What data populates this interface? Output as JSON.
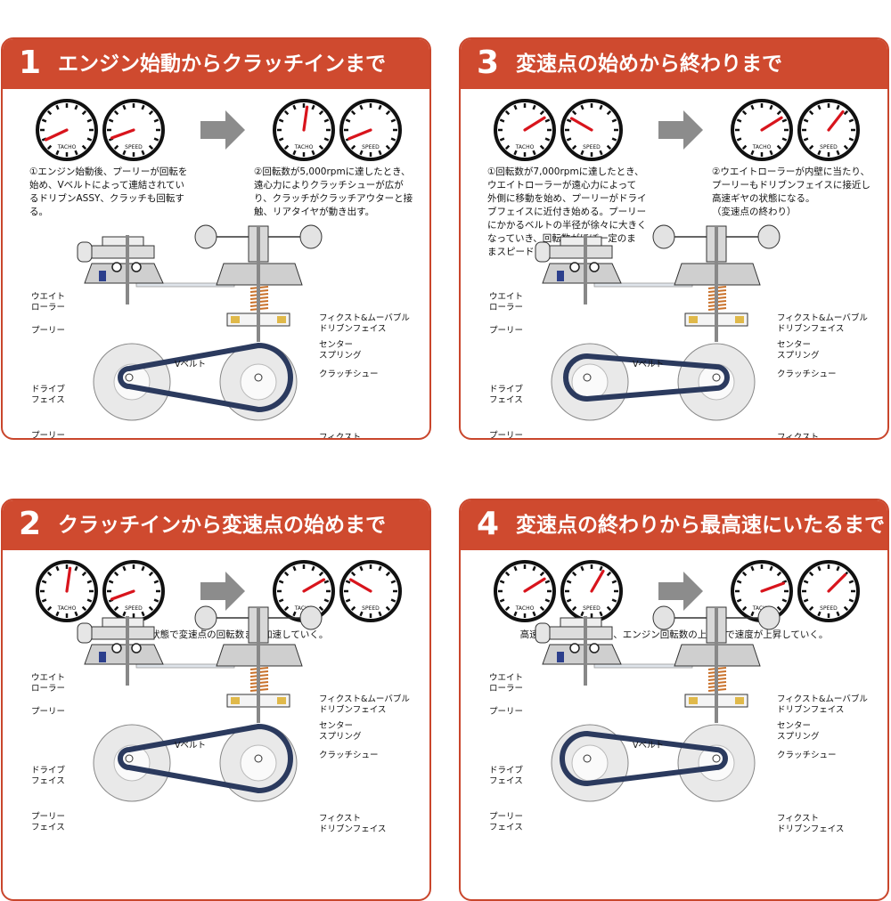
{
  "gauge_labels": {
    "tacho": "TACHO",
    "speed": "SPEED"
  },
  "labels": {
    "weight_roller": "ウエイト\nローラー",
    "pulley": "プーリー",
    "drive_face": "ドライブ\nフェイス",
    "pulley_face": "プーリー\nフェイス",
    "v_belt": "Vベルト",
    "fixed_movable": "フィクスト&ムーバブル\nドリブンフェイス",
    "center_spring": "センター\nスプリング",
    "clutch_shoe": "クラッチシュー",
    "fixed_driven_face": "フィクスト\nドリブンフェイス"
  },
  "colors": {
    "accent": "#cf4a2f",
    "needle": "#d8141c",
    "belt": "#2b3a5e",
    "arrow": "#8c8c8c"
  },
  "panels": [
    {
      "number": "1",
      "title": "エンジン始動からクラッチインまで",
      "needles": {
        "before": [
          245,
          250
        ],
        "after": [
          8,
          248
        ]
      },
      "desc_left": "①エンジン始動後、プーリーが回転を\n始め、Vベルトによって連結されてい\nるドリブンASSY、クラッチも回転す\nる。",
      "desc_right": "②回転数が5,000rpmに達したとき、\n遠心力によりクラッチシューが広が\nり、クラッチがクラッチアウターと接\n触、リアタイヤが動き出す。",
      "desc_center": ""
    },
    {
      "number": "3",
      "title": "変速点の始めから終わりまで",
      "needles": {
        "before": [
          58,
          300
        ],
        "after": [
          58,
          38
        ]
      },
      "desc_left": "①回転数が7,000rpmに達したとき、\nウエイトローラーが遠心力によって\n外側に移動を始め、プーリーがドライ\nブフェイスに近付き始める。プーリー\nにかかるベルトの半径が徐々に大きく\nなっていき、回転数がほぼ一定のま\nまスピードも上がっていく。",
      "desc_right": "②ウエイトローラーが内壁に当たり、\nプーリーもドリブンフェイスに接近し\n高速ギヤの状態になる。\n（変速点の終わり）",
      "desc_center": ""
    },
    {
      "number": "2",
      "title": "クラッチインから変速点の始めまで",
      "needles": {
        "before": [
          8,
          250
        ],
        "after": [
          60,
          300
        ]
      },
      "desc_left": "",
      "desc_right": "",
      "desc_center": "低速ギヤの状態で変速点の回転数まで加速していく。"
    },
    {
      "number": "4",
      "title": "変速点の終わりから最高速にいたるまで",
      "needles": {
        "before": [
          58,
          30
        ],
        "after": [
          70,
          45
        ]
      },
      "desc_left": "",
      "desc_right": "",
      "desc_center": "高速ギヤの状態のまま、エンジン回転数の上限まで速度が上昇していく。"
    }
  ]
}
